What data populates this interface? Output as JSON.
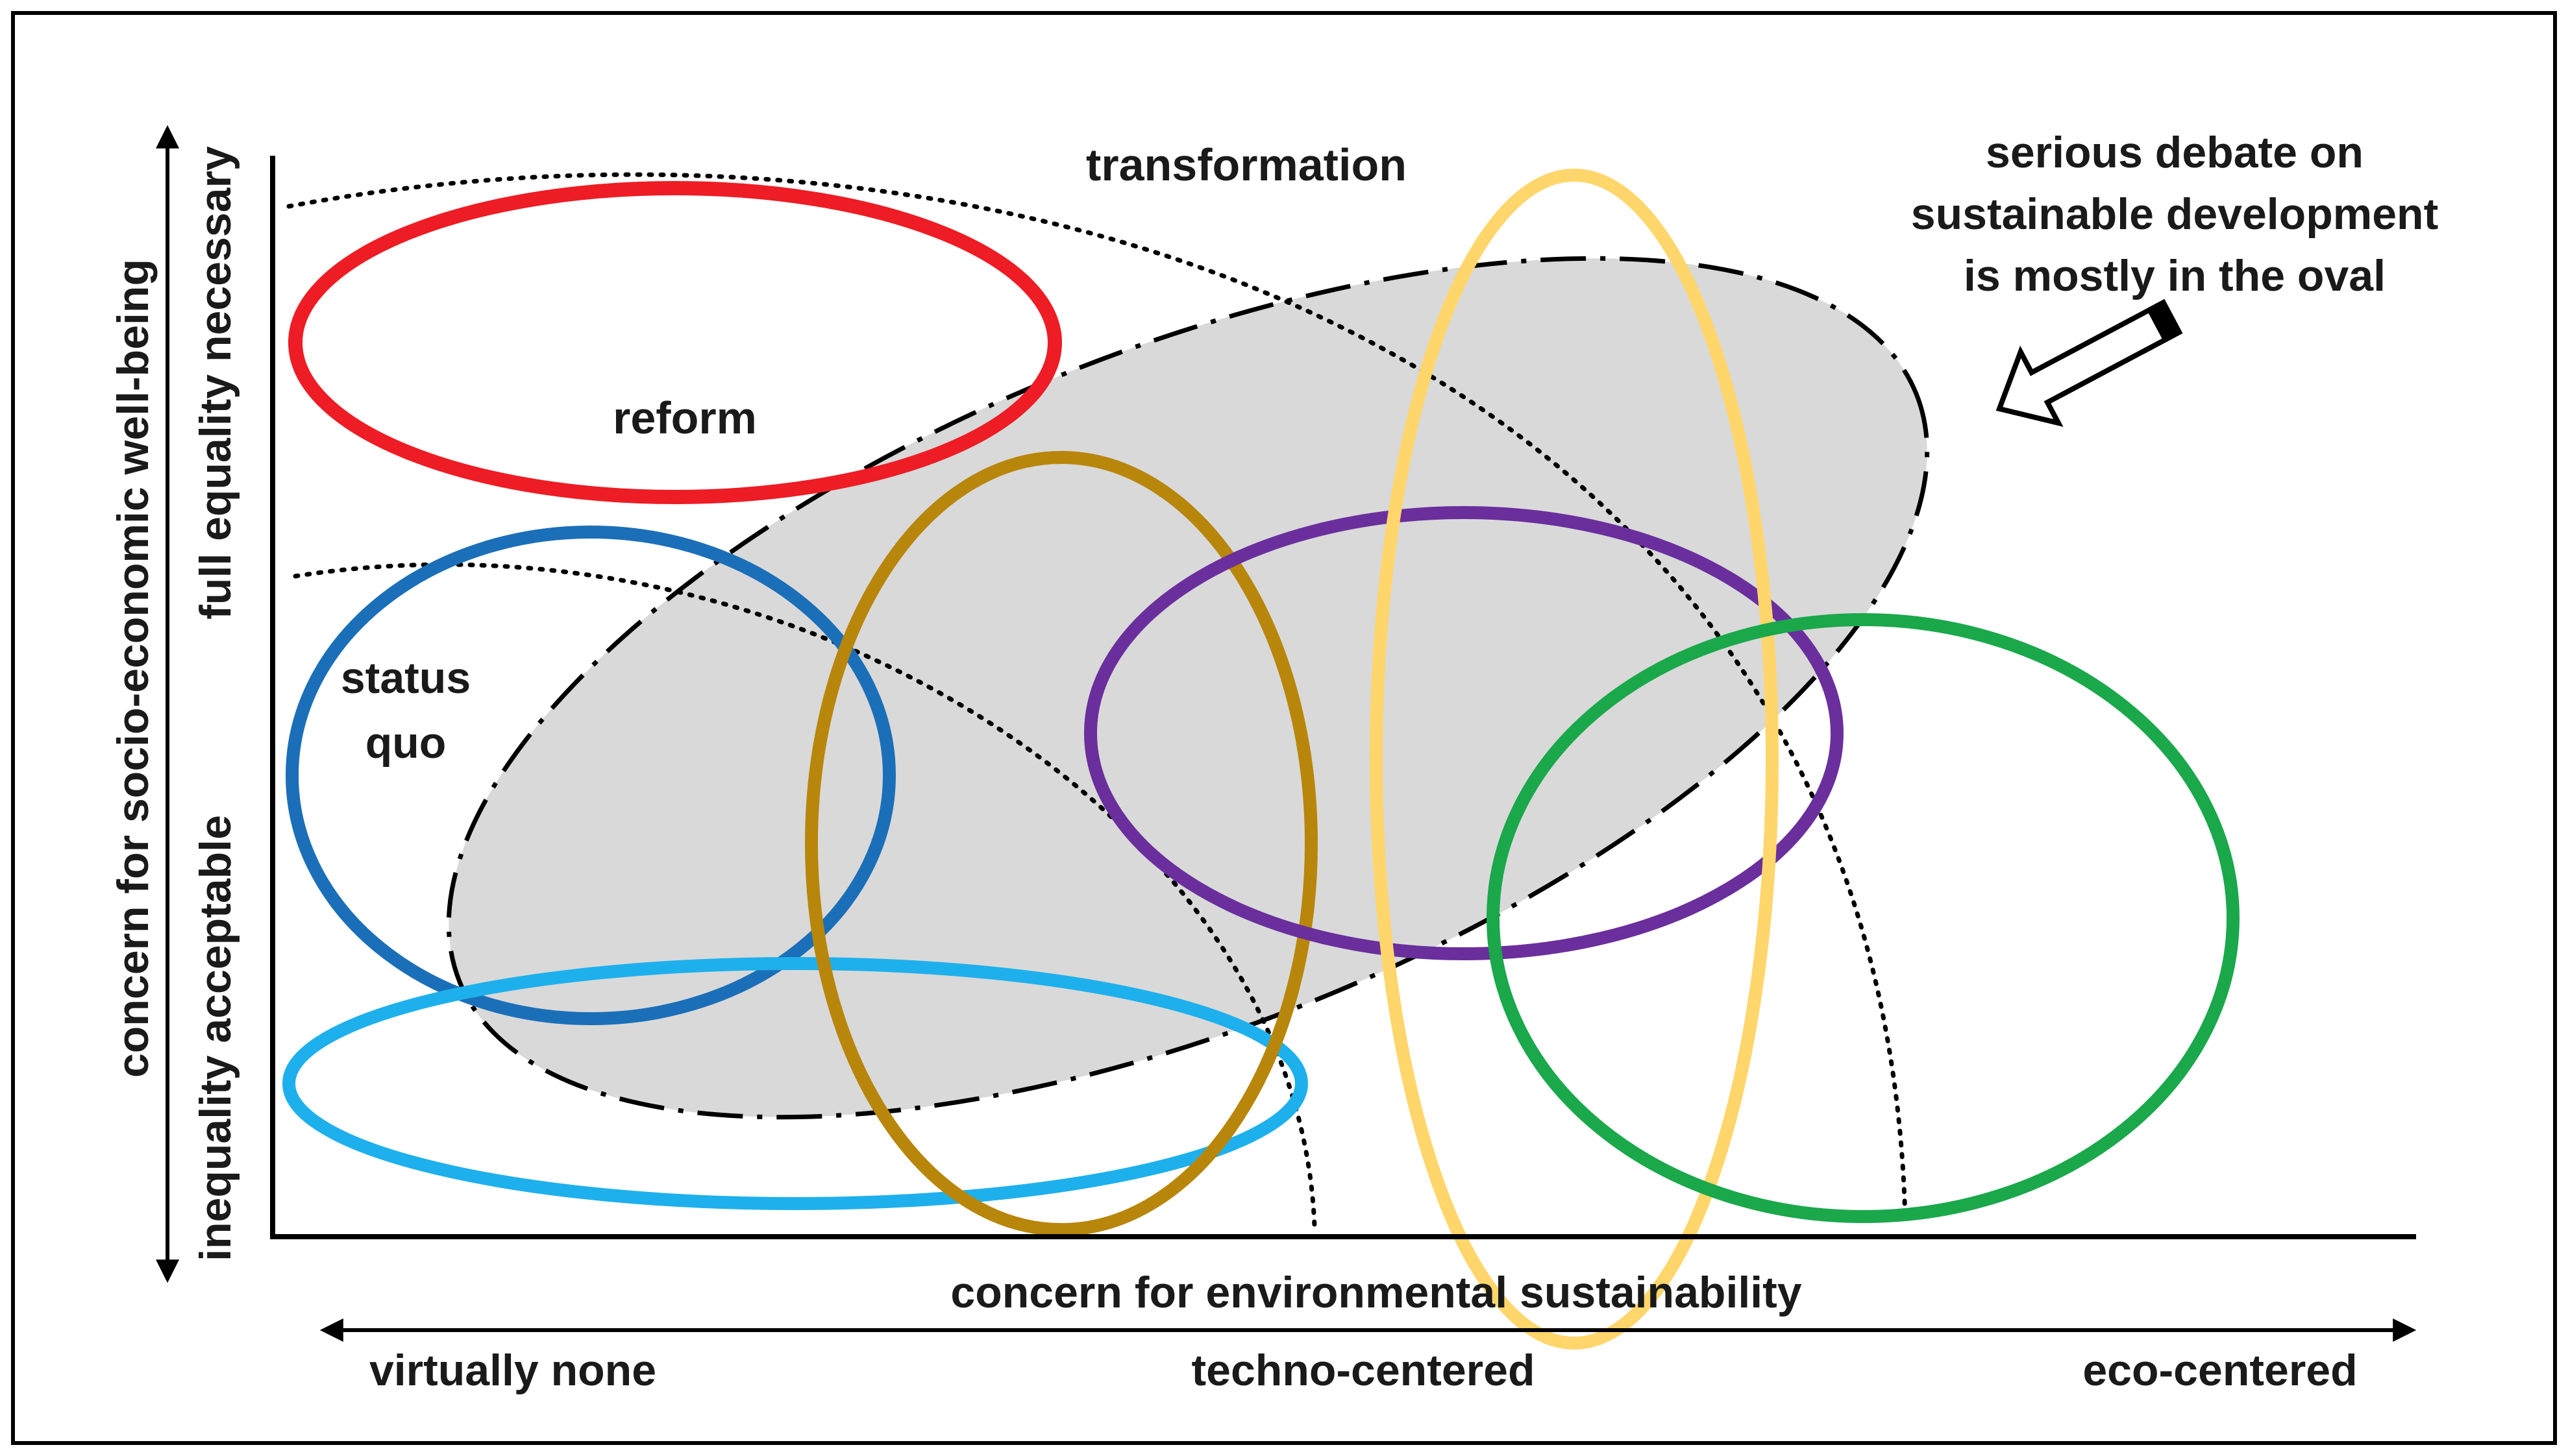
{
  "labels": {
    "transformation": "transformation",
    "reform": "reform",
    "status_quo_line1": "status",
    "status_quo_line2": "quo",
    "debate_line1": "serious debate on",
    "debate_line2": "sustainable development",
    "debate_line3": "is mostly in the oval"
  },
  "axes": {
    "x_title": "concern for environmental sustainability",
    "x_left": "virtually none",
    "x_middle": "techno-centered",
    "x_right": "eco-centered",
    "y_title": "concern for socio-economic well-being",
    "y_top": "full equality necessary",
    "y_bottom": "inequality acceptable"
  },
  "colors": {
    "red": "#ee1c24",
    "blue": "#1b6fb8",
    "light_blue": "#1eb0ec",
    "gold": "#b8860b",
    "purple": "#6a2f9c",
    "yellow": "#ffd66b",
    "green": "#1aa84b",
    "debate_oval_fill": "#d9d9d9"
  }
}
